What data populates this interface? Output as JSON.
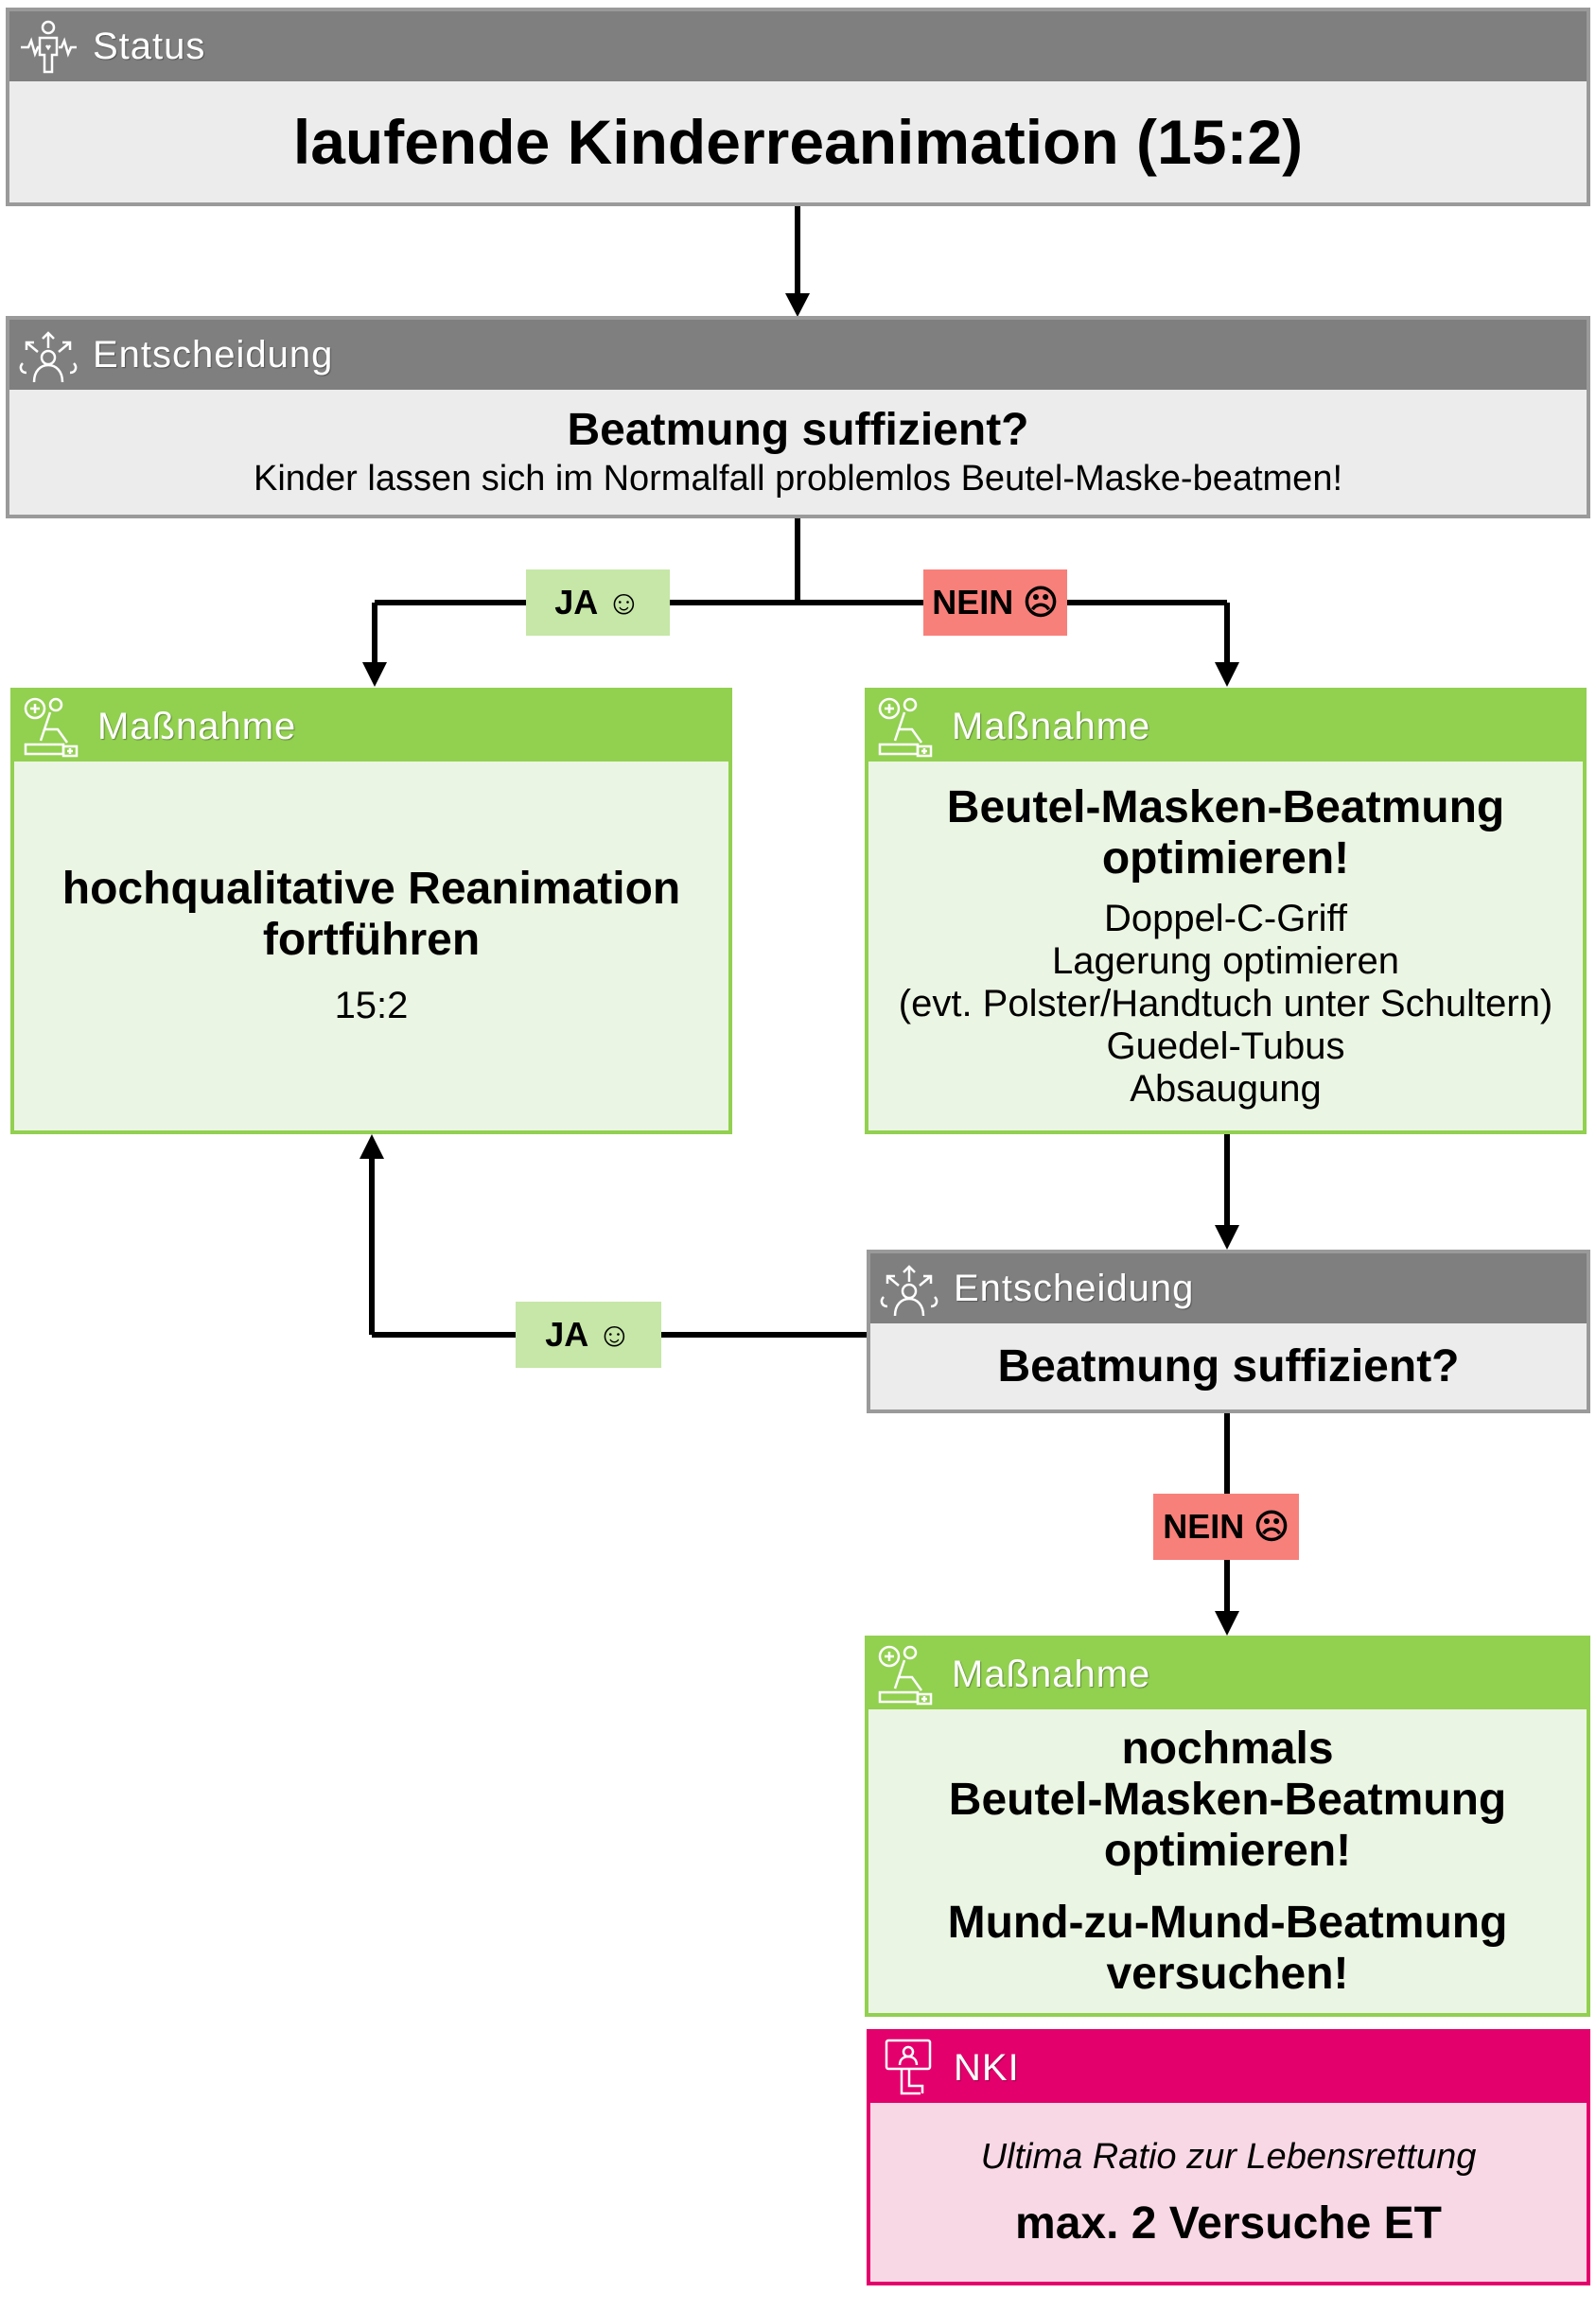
{
  "status": {
    "header": "Status",
    "icon": "patient-monitor-icon",
    "title": "laufende Kinderreanimation (15:2)"
  },
  "decision1": {
    "header": "Entscheidung",
    "icon": "decision-thinking-icon",
    "question": "Beatmung suffizient?",
    "note": "Kinder lassen sich im Normalfall problemlos Beutel-Maske-beatmen!"
  },
  "labels": {
    "ja1": "JA ☺",
    "nein1": "NEIN ☹",
    "ja2": "JA ☺",
    "nein2": "NEIN ☹"
  },
  "measure_left": {
    "header": "Maßnahme",
    "icon": "cpr-measure-icon",
    "title_line1": "hochqualitative Reanimation",
    "title_line2": "fortführen",
    "detail": "15:2"
  },
  "measure_right": {
    "header": "Maßnahme",
    "icon": "cpr-measure-icon",
    "title_line1": "Beutel-Masken-Beatmung",
    "title_line2": "optimieren!",
    "items": [
      "Doppel-C-Griff",
      "Lagerung optimieren",
      "(evt. Polster/Handtuch unter Schultern)",
      "Guedel-Tubus",
      "Absaugung"
    ]
  },
  "decision2": {
    "header": "Entscheidung",
    "icon": "decision-thinking-icon",
    "question": "Beatmung suffizient?"
  },
  "measure_bottom": {
    "header": "Maßnahme",
    "icon": "cpr-measure-icon",
    "line1": "nochmals",
    "line2": "Beutel-Masken-Beatmung",
    "line3": "optimieren!",
    "line4": "Mund-zu-Mund-Beatmung",
    "line5": "versuchen!"
  },
  "nki": {
    "header": "NKI",
    "icon": "laryngoscope-icon",
    "subtitle": "Ultima Ratio zur Lebensrettung",
    "title": "max. 2 Versuche ET"
  },
  "colors": {
    "gray_header": "#7f7f7f",
    "gray_body": "#ececec",
    "green": "#92d050",
    "green_body": "#ebf5e3",
    "pink": "#e4006c",
    "pink_body": "#f9d8e6",
    "ja_tag": "#c6e7a7",
    "nein_tag": "#f8807a"
  }
}
